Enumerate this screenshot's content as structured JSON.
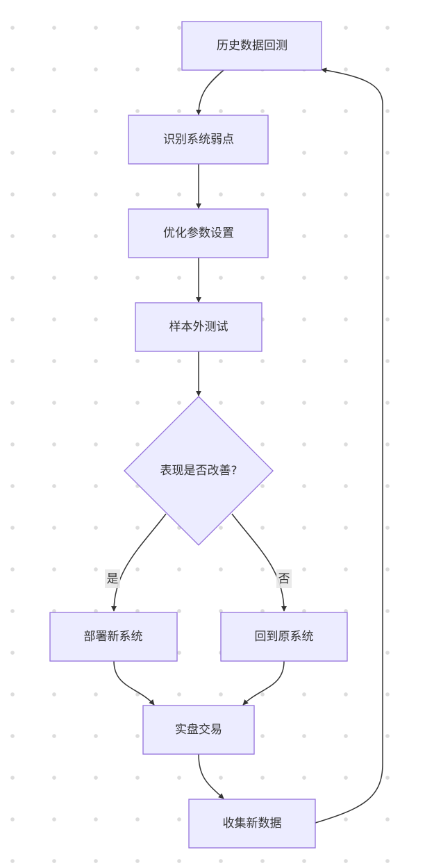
{
  "nodes": {
    "backtest": "历史数据回测",
    "weakness": "识别系统弱点",
    "optimize": "优化参数设置",
    "out_of_sample": "样本外测试",
    "decision": "表现是否改善?",
    "deploy": "部署新系统",
    "revert": "回到原系统",
    "live": "实盘交易",
    "collect": "收集新数据"
  },
  "edge_labels": {
    "yes": "是",
    "no": "否"
  },
  "colors": {
    "node_fill": "#ececff",
    "node_stroke": "#9370db",
    "edge": "#333333",
    "label_bg": "#e8e8e8"
  }
}
